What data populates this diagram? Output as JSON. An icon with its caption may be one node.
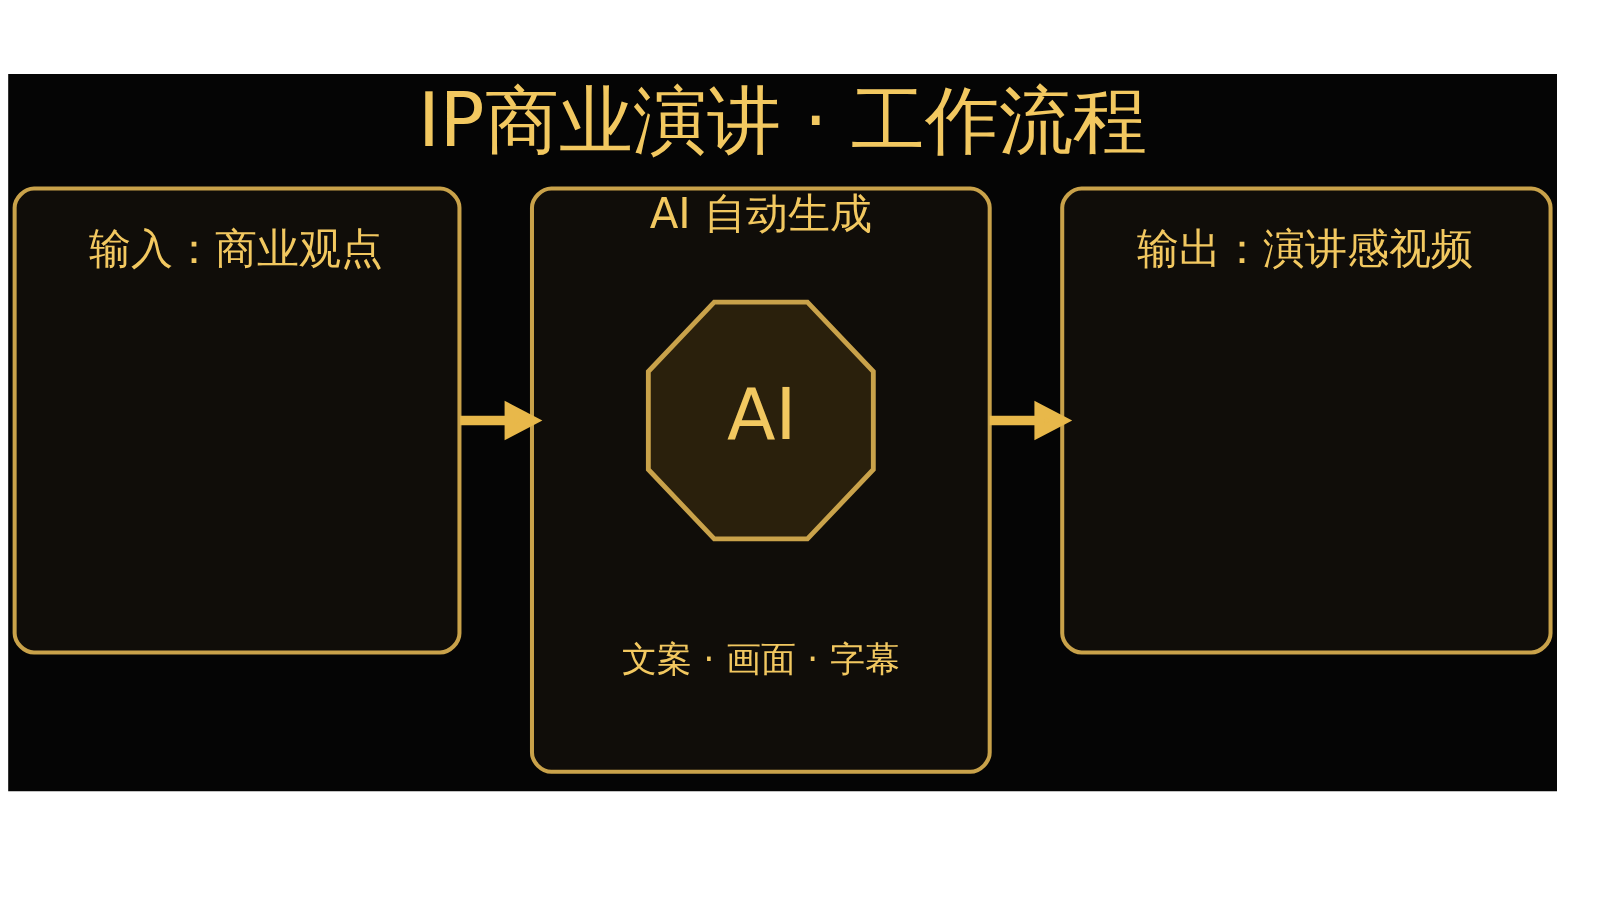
{
  "diagram": {
    "title": "IP商业演讲 · 工作流程",
    "nodes": [
      {
        "text": [
          "输入：商业观点"
        ]
      },
      {
        "text": [
          "AI 自动生成",
          "文案 · 画面 · 字幕"
        ]
      },
      {
        "text": [
          "AI"
        ],
        "in": 1
      },
      {
        "text": [
          "输出：演讲感视频"
        ]
      }
    ],
    "edges": [
      {
        "from": 0,
        "to": 1,
        "arrow": "to"
      },
      {
        "from": 1,
        "to": 3,
        "arrow": "to"
      }
    ]
  }
}
